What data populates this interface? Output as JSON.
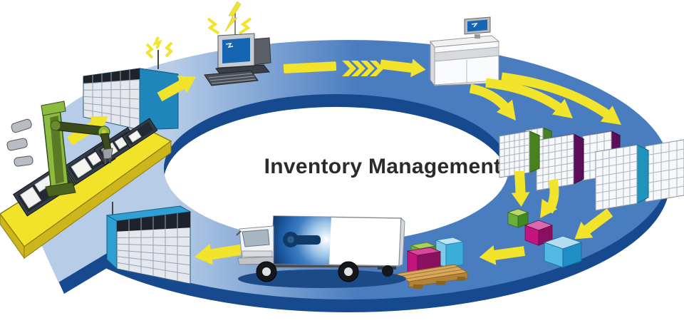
{
  "title": {
    "text": "Inventory Management"
  },
  "palette": {
    "ring_light": "#b7cde7",
    "ring_mid": "#4a7dc0",
    "ring_dark": "#17498e",
    "arrow_yellow": "#f2e32b",
    "conveyor_yellow": "#f0e32a",
    "conveyor_side": "#cdb51c",
    "robot_green": "#8cbb40",
    "robot_dark": "#3c4a1c",
    "cabinet_blue": "#2f9fd4",
    "cabinet_blue_dark": "#1f86bc",
    "cabinet_face": "#e4e8ee",
    "cabinet_cell_dark": "#1e222a",
    "rack_green_top": "#7cb83e",
    "rack_green_side": "#47821f",
    "rack_magenta_top": "#c2147e",
    "rack_magenta_side": "#5c0d5c",
    "rack_cyan_top": "#9cd0ee",
    "rack_cyan_side": "#1e94bc",
    "cube_green": "#55a02e",
    "cube_magenta": "#c21580",
    "cube_blue": "#2ea6dc",
    "pallet_wood": "#d9a85c",
    "truck_body": "#ffffff",
    "truck_graphic_blue": "#1b5ea8",
    "screen_blue": "#1565b2",
    "title_text": "#2b2b2b"
  },
  "cycle": {
    "direction": "clockwise",
    "stations": [
      {
        "name": "robot-assembly-station",
        "color": "#8cbb40"
      },
      {
        "name": "parts-conveyor",
        "color": "#f0e32a"
      },
      {
        "name": "inbound-storage-cabinet",
        "color": "#2f9fd4"
      },
      {
        "name": "wireless-computer",
        "color": "#1565b2"
      },
      {
        "name": "processing-station",
        "color": "#f0f1f3"
      },
      {
        "name": "storage-rack-green",
        "color": "#7cb83e"
      },
      {
        "name": "storage-rack-magenta",
        "color": "#c2147e"
      },
      {
        "name": "storage-rack-cyan",
        "color": "#1e94bc"
      },
      {
        "name": "picked-cube-green",
        "color": "#55a02e"
      },
      {
        "name": "picked-cube-magenta",
        "color": "#c21580"
      },
      {
        "name": "picked-cube-blue",
        "color": "#2ea6dc"
      },
      {
        "name": "pallet-shipment",
        "color": "#d9a85c"
      },
      {
        "name": "delivery-truck",
        "color": "#ffffff"
      },
      {
        "name": "outbound-storage-cabinet",
        "color": "#2f9fd4"
      }
    ],
    "flows": [
      {
        "from": "parts-conveyor",
        "to": "inbound-storage-cabinet"
      },
      {
        "from": "inbound-storage-cabinet",
        "to": "wireless-computer"
      },
      {
        "from": "wireless-computer",
        "to": "processing-station"
      },
      {
        "from": "processing-station",
        "to": "storage-rack-green"
      },
      {
        "from": "processing-station",
        "to": "storage-rack-magenta"
      },
      {
        "from": "processing-station",
        "to": "storage-rack-cyan"
      },
      {
        "from": "storage-rack-green",
        "to": "picked-cube-green"
      },
      {
        "from": "storage-rack-magenta",
        "to": "picked-cube-magenta"
      },
      {
        "from": "storage-rack-cyan",
        "to": "picked-cube-blue"
      },
      {
        "from": "picked-cubes",
        "to": "pallet-shipment"
      },
      {
        "from": "delivery-truck",
        "to": "outbound-storage-cabinet"
      }
    ]
  }
}
